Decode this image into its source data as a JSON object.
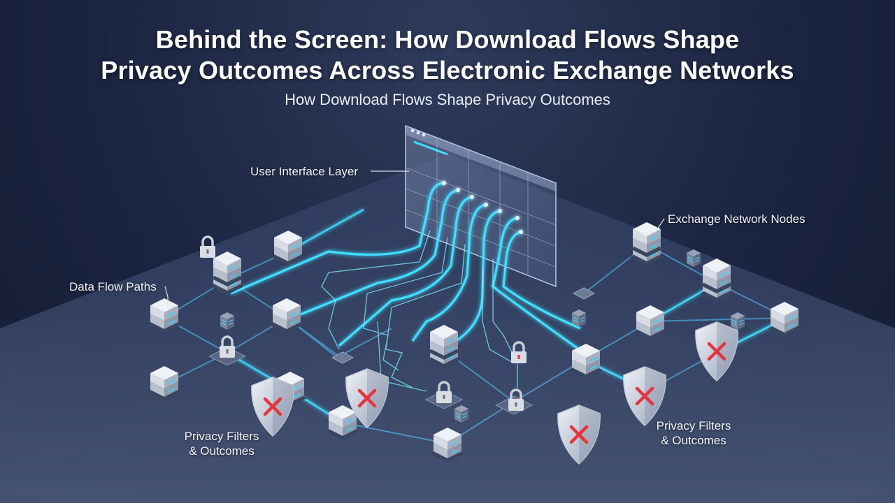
{
  "header": {
    "title_line_1": "Behind the Screen: How Download Flows Shape",
    "title_line_2": "Privacy Outcomes Across Electronic Exchange Networks",
    "subtitle": "How Download Flows Shape Privacy Outcomes"
  },
  "callouts": {
    "ui_layer": "User Interface Layer",
    "network_nodes": "Exchange Network Nodes",
    "data_flow": "Data Flow Paths",
    "filters_left_line1": "Privacy Filters",
    "filters_left_line2": "& Outcomes",
    "filters_right_line1": "Privacy Filters",
    "filters_right_line2": "& Outcomes"
  },
  "icons": {
    "server": "server-stack-icon",
    "lock": "padlock-icon",
    "shield_blocked": "shield-blocked-icon",
    "window": "browser-window-icon"
  },
  "colors": {
    "flow": "#3fe0ff",
    "blocked_mark": "#e5343b",
    "background": "#1b2440"
  }
}
